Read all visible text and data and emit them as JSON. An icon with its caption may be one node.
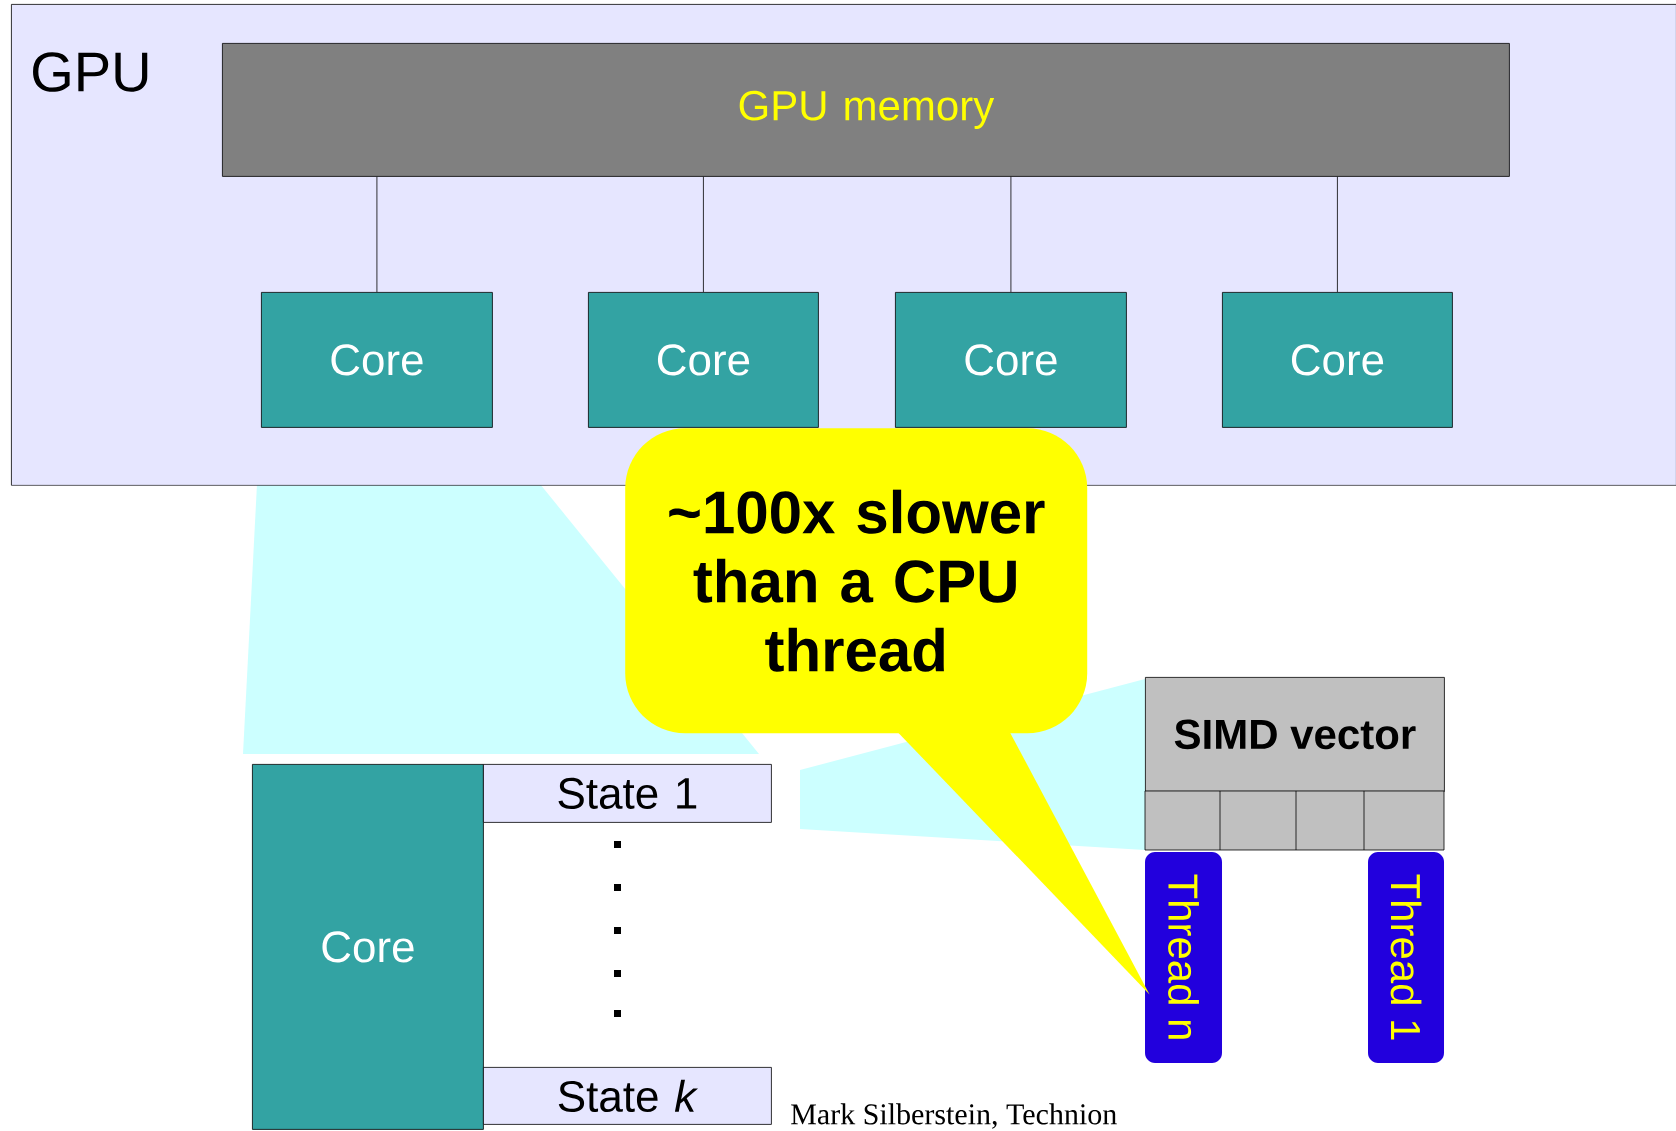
{
  "diagram": {
    "nodes": [
      {
        "text": [
          "GPU"
        ]
      },
      {
        "text": [
          "GPU memory"
        ],
        "in": 0
      },
      {
        "text": [
          "Core"
        ],
        "in": 0
      },
      {
        "text": [
          "Core"
        ],
        "in": 0
      },
      {
        "text": [
          "Core"
        ],
        "in": 0
      },
      {
        "text": [
          "Core"
        ],
        "in": 0
      },
      {
        "text": [
          "~100x slower than a CPU thread"
        ]
      },
      {
        "text": [
          "Core"
        ]
      },
      {
        "text": [
          "State 1"
        ]
      },
      {
        "text": [
          "State *k*"
        ]
      },
      {
        "text": [
          "SIMD vector"
        ]
      },
      {
        "text": [
          "Thread n"
        ]
      },
      {
        "text": [
          "Thread 1"
        ]
      }
    ],
    "edges": [
      {
        "from": 1,
        "to": 2,
        "arrow": "none"
      },
      {
        "from": 1,
        "to": 3,
        "arrow": "none"
      },
      {
        "from": 1,
        "to": 4,
        "arrow": "none"
      },
      {
        "from": 1,
        "to": 5,
        "arrow": "none"
      },
      {
        "from": 6,
        "to": 11,
        "arrow": "none"
      }
    ],
    "labels": [
      "Mark Silberstein, Technion"
    ]
  }
}
